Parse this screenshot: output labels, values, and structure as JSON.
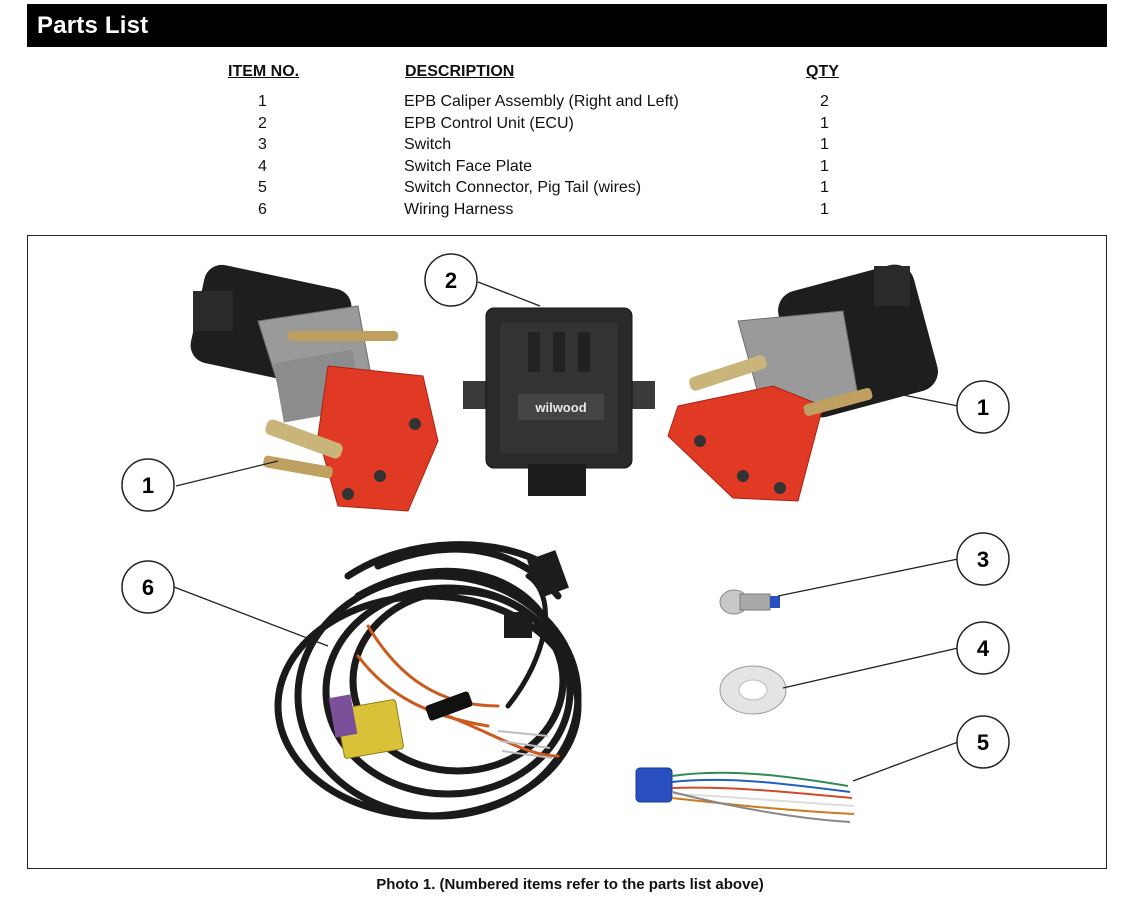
{
  "header": {
    "title": "Parts List"
  },
  "table": {
    "columns": {
      "item": "ITEM NO.",
      "description": "DESCRIPTION",
      "qty": "QTY"
    },
    "rows": [
      {
        "item": "1",
        "description": "EPB Caliper Assembly (Right and Left)",
        "qty": "2"
      },
      {
        "item": "2",
        "description": "EPB Control Unit (ECU)",
        "qty": "1"
      },
      {
        "item": "3",
        "description": "Switch",
        "qty": "1"
      },
      {
        "item": "4",
        "description": "Switch Face Plate",
        "qty": "1"
      },
      {
        "item": "5",
        "description": "Switch Connector, Pig Tail (wires)",
        "qty": "1"
      },
      {
        "item": "6",
        "description": "Wiring Harness",
        "qty": "1"
      }
    ]
  },
  "photo": {
    "callouts": [
      "1",
      "2",
      "1",
      "3",
      "6",
      "4",
      "5"
    ],
    "ecu_logo": "wilwood",
    "caption": "Photo 1. (Numbered items refer to the parts list above)"
  },
  "colors": {
    "caliper_red": "#e03a25",
    "ecu_black": "#2a2a2a",
    "connector_blue": "#2a4fc0",
    "connector_purple": "#7c4f9a",
    "connector_yellow": "#d9c237"
  }
}
